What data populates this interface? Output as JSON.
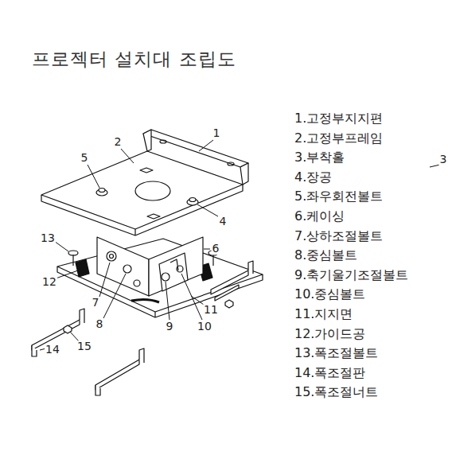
{
  "diagram": {
    "title": "프로젝터 설치대 조립도",
    "labels": [
      "1",
      "2",
      "3",
      "4",
      "5",
      "6",
      "7",
      "8",
      "9",
      "10",
      "11",
      "12",
      "13",
      "14",
      "15",
      "1.고정부지지편",
      "2.고정부프레임",
      "3.부착홀",
      "4.장공",
      "5.좌우회전볼트",
      "6.케이싱",
      "7.상하조절볼트",
      "8.중심볼트",
      "9.축기울기조절볼트",
      "10.중심볼트",
      "11.지지면",
      "12.가이드공",
      "13.폭조절볼트",
      "14.폭조절판",
      "15.폭조절너트"
    ]
  }
}
